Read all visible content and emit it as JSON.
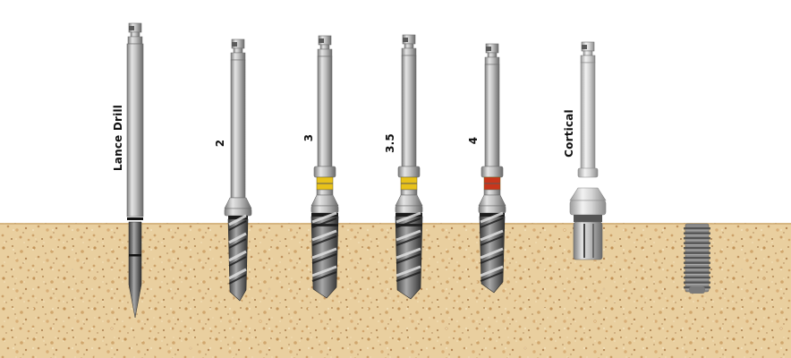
{
  "drills": [
    {
      "label": "Lance Drill",
      "type": "lance",
      "band_color": ""
    },
    {
      "label": "2",
      "type": "twist",
      "band_color": ""
    },
    {
      "label": "3",
      "type": "twist",
      "band_color": "#e8c21a"
    },
    {
      "label": "3.5",
      "type": "twist",
      "band_color": "#e8c21a"
    },
    {
      "label": "4",
      "type": "twist",
      "band_color": "#c8361c"
    },
    {
      "label": "Cortical",
      "type": "cortical",
      "band_color": ""
    }
  ],
  "implant": {
    "type": "threaded-implant"
  },
  "colors": {
    "bone": "#e9cf9f",
    "bone_dark": "#b2793a",
    "steel_light": "#e4e4e4",
    "steel_dark": "#7d7d7d"
  }
}
